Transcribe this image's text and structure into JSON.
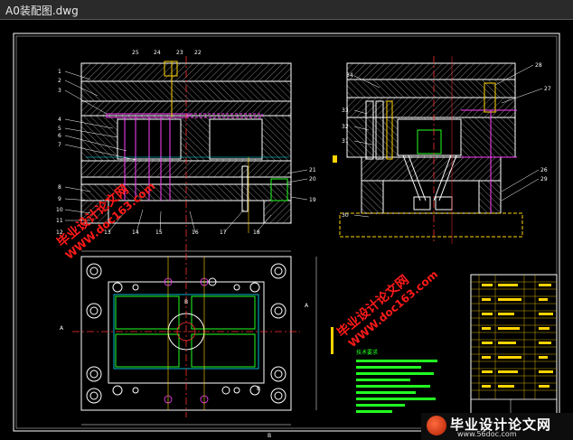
{
  "window": {
    "title": "A0装配图.dwg"
  },
  "watermarks": {
    "cn_text": "毕业设计论文网",
    "url_text": "WWW.doc163.com"
  },
  "front_view": {
    "part_numbers_left": [
      "1",
      "2",
      "3",
      "4",
      "5",
      "6",
      "7",
      "8",
      "9",
      "10",
      "11"
    ],
    "part_numbers_top": [
      "25",
      "24",
      "23",
      "22"
    ],
    "part_numbers_bottom": [
      "12",
      "13",
      "14",
      "15",
      "16",
      "17",
      "18",
      "19",
      "20",
      "21"
    ]
  },
  "side_view": {
    "part_numbers_left": [
      "34",
      "33",
      "32",
      "31",
      "30"
    ],
    "part_numbers_right": [
      "28",
      "27",
      "26",
      "29"
    ]
  },
  "plan_view": {
    "section_labels": [
      "A",
      "A",
      "B",
      "B"
    ],
    "dim_label": "B"
  },
  "notes": {
    "title": "技术要求"
  },
  "footer_brand": {
    "name": "毕业设计论文网",
    "url": "www.56doc.com"
  },
  "colors": {
    "outline": "#ffffff",
    "hatch": "#c8c8c8",
    "center": "#ff3030",
    "cyan": "#00e5ff",
    "yellow": "#ffd400",
    "green": "#22ff22",
    "magenta": "#ff40ff",
    "watermark_red": "#ff1a1a",
    "watermark_blue": "#3060ff"
  }
}
